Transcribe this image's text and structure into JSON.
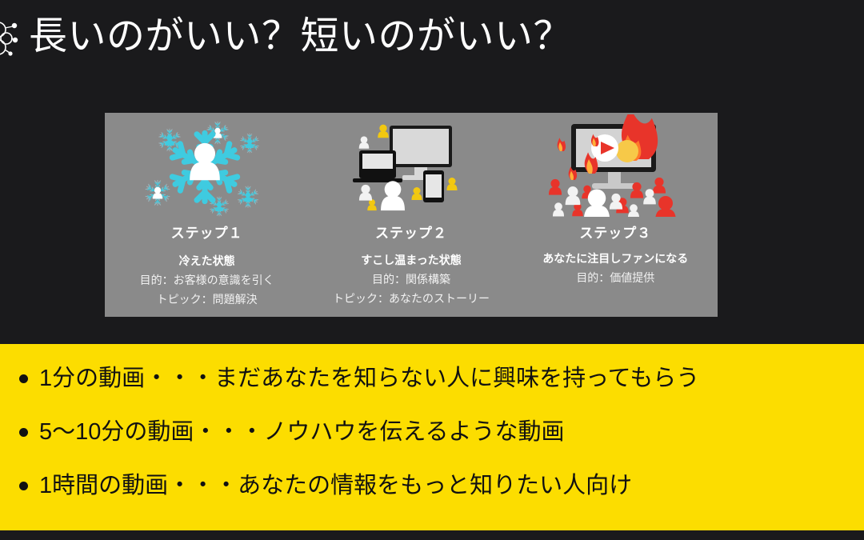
{
  "slide": {
    "title": "長いのがいい？短いのがいい？",
    "background_color": "#1a1a1c",
    "panel_color": "#8a8a8a",
    "band_color": "#fcdd00",
    "text_color_light": "#ffffff",
    "text_color_dark": "#111111",
    "accent_cyan": "#3fcbe0",
    "accent_yellow": "#f2c811",
    "accent_red": "#e8342a",
    "corner_icon": "molecule-icon"
  },
  "steps": [
    {
      "title": "ステップ１",
      "state": "冷えた状態",
      "purpose": "目的：お客様の意識を引く",
      "topic": "トピック：問題解決",
      "art": "snowflake-person-icon"
    },
    {
      "title": "ステップ２",
      "state": "すこし温まった状態",
      "purpose": "目的：関係構築",
      "topic": "トピック：あなたのストーリー",
      "art": "devices-audience-icon"
    },
    {
      "title": "ステップ３",
      "state": "あなたに注目しファンになる",
      "purpose": "目的：価値提供",
      "topic": "",
      "art": "fire-video-crowd-icon"
    }
  ],
  "bullets": [
    {
      "text": "1分の動画・・・まだあなたを知らない人に興味を持ってもらう"
    },
    {
      "text": "5〜10分の動画・・・ノウハウを伝えるような動画"
    },
    {
      "text": "1時間の動画・・・あなたの情報をもっと知りたい人向け"
    }
  ]
}
